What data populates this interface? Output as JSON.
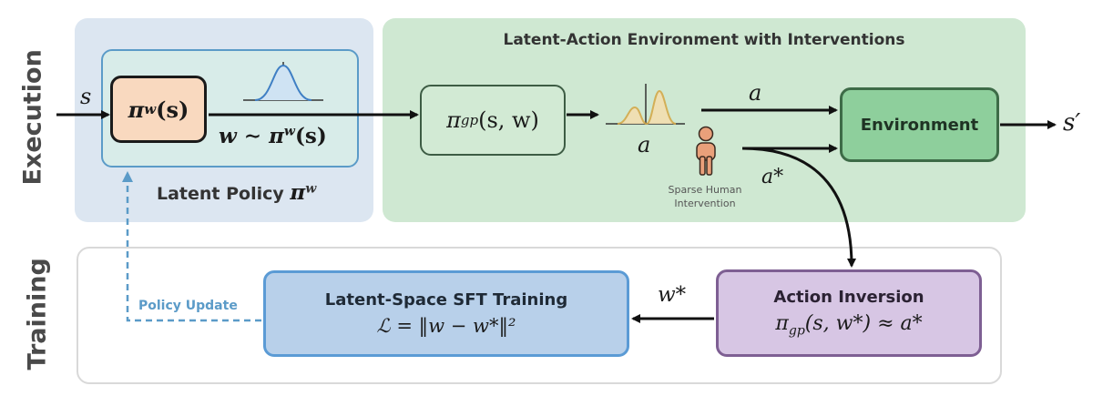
{
  "side_labels": {
    "execution": "Execution",
    "training": "Training"
  },
  "latent_policy": {
    "caption": "Latent Policy",
    "caption_math": "π",
    "caption_sup": "w",
    "pi_label": "π",
    "pi_sup": "w",
    "pi_arg": "(s)",
    "sample_label": "w ∼ π",
    "sample_sup": "w",
    "sample_arg": "(s)"
  },
  "environment_panel": {
    "title": "Latent-Action Environment with Interventions",
    "gp_label": "π",
    "gp_sub": "gp",
    "gp_arg": "(s, w)",
    "action_below_dist": "a",
    "action_top": "a",
    "action_star": "a*",
    "environment": "Environment",
    "human_caption_line1": "Sparse Human",
    "human_caption_line2": "Intervention"
  },
  "io": {
    "state_in": "s",
    "state_out": "s′"
  },
  "training": {
    "sft_title": "Latent-Space SFT Training",
    "sft_formula": "ℒ = ‖w − w*‖²",
    "inversion_title": "Action Inversion",
    "inversion_formula_pi": "π",
    "inversion_formula_sub": "gp",
    "inversion_formula_rest": "(s, w*) ≈ a*",
    "w_star": "w*",
    "policy_update": "Policy Update"
  },
  "colors": {
    "exec_panel_bg": "#dce6f1",
    "env_panel_bg": "#cfe8d2",
    "training_panel_border": "#d9d9d9",
    "policy_inner_bg": "#d8ece9",
    "policy_inner_border": "#5b9bc8",
    "pi_box_bg": "#f9d9bf",
    "gp_box_bg": "#d2ead4",
    "env_box_bg": "#8ecf9c",
    "env_box_border": "#3d6b47",
    "sft_box_bg": "#b8d0ea",
    "sft_box_border": "#5b9bd5",
    "inv_box_bg": "#d7c6e4",
    "inv_box_border": "#7e5f93",
    "dashed": "#5b9bc8",
    "human": "#e9a07a"
  }
}
